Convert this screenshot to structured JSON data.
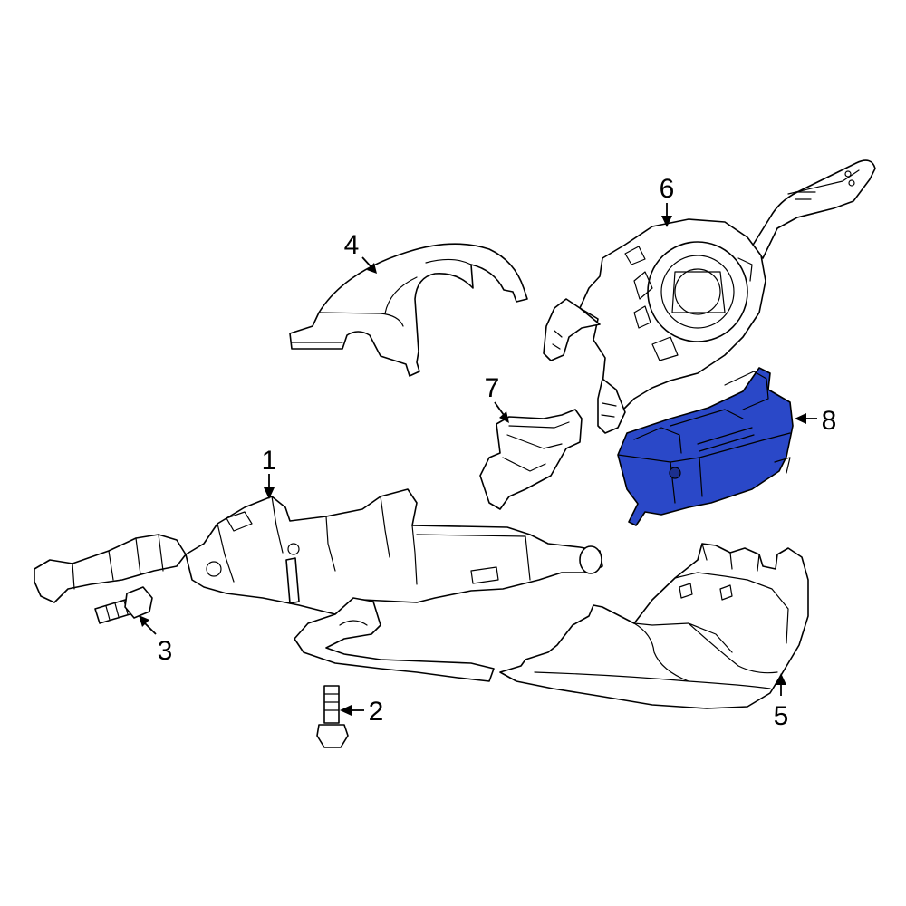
{
  "diagram": {
    "highlight_color": "#2a48c8",
    "line_color": "#000000",
    "background": "#ffffff"
  },
  "callouts": [
    {
      "number": "1",
      "part": "steering-column"
    },
    {
      "number": "2",
      "part": "column-bolt"
    },
    {
      "number": "3",
      "part": "shaft-bolt"
    },
    {
      "number": "4",
      "part": "upper-column-cover"
    },
    {
      "number": "5",
      "part": "lower-column-cover"
    },
    {
      "number": "6",
      "part": "combination-switch-clockspring"
    },
    {
      "number": "7",
      "part": "switch-bracket"
    },
    {
      "number": "8",
      "part": "control-module"
    }
  ]
}
